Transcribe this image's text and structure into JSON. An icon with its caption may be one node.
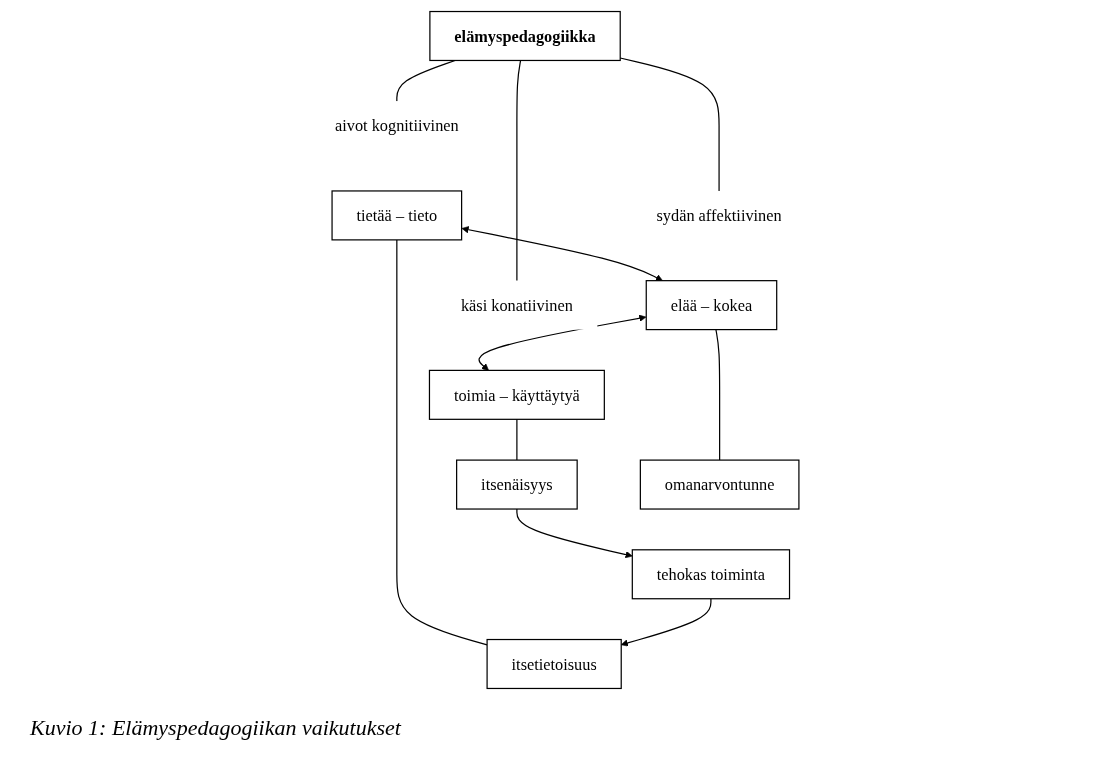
{
  "diagram": {
    "caption": "Kuvio 1: Elämyspedagogiikan vaikutukset",
    "nodes": [
      {
        "text": [
          "elämyspedagogiikka"
        ]
      },
      {
        "text": [
          "aivot kognitiivinen"
        ]
      },
      {
        "text": [
          "sydän affektiivinen"
        ]
      },
      {
        "text": [
          "käsi konatiivinen"
        ]
      },
      {
        "text": [
          "tietää – tieto"
        ]
      },
      {
        "text": [
          "elää – kokea"
        ]
      },
      {
        "text": [
          "toimia – käyttäytyä"
        ]
      },
      {
        "text": [
          "itsetietoisuus"
        ]
      },
      {
        "text": [
          "omanarvontunne"
        ]
      },
      {
        "text": [
          "itsenäisyys"
        ]
      },
      {
        "text": [
          "tehokas toiminta"
        ]
      }
    ],
    "edges": [
      {
        "from": 0,
        "to": 1,
        "arrow": "none"
      },
      {
        "from": 0,
        "to": 2,
        "arrow": "none"
      },
      {
        "from": 0,
        "to": 3,
        "arrow": "none"
      },
      {
        "from": 4,
        "to": 5,
        "arrow": "both"
      },
      {
        "from": 5,
        "to": 6,
        "arrow": "both"
      },
      {
        "from": 4,
        "to": 7,
        "arrow": "none"
      },
      {
        "from": 5,
        "to": 8,
        "arrow": "none"
      },
      {
        "from": 6,
        "to": 9,
        "arrow": "none"
      },
      {
        "from": 9,
        "to": 10,
        "arrow": "to"
      },
      {
        "from": 10,
        "to": 7,
        "arrow": "to"
      }
    ]
  }
}
